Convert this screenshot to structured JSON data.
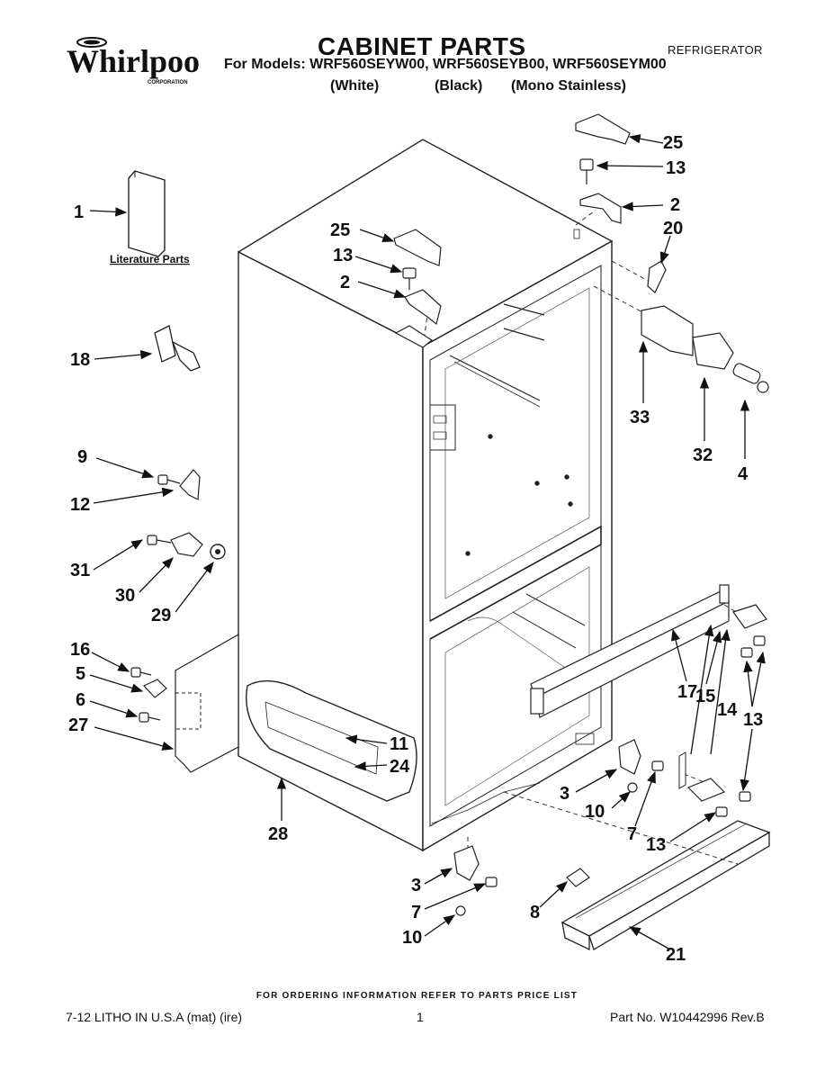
{
  "header": {
    "brand": "Whirlpool",
    "brand_sub": "CORPORATION",
    "title": "CABINET PARTS",
    "models_line": "For Models: WRF560SEYW00, WRF560SEYB00, WRF560SEYM00",
    "variants": [
      "(White)",
      "(Black)",
      "(Mono Stainless)"
    ],
    "category": "REFRIGERATOR"
  },
  "diagram": {
    "literature_label": "Literature Parts",
    "callouts": {
      "c1": "1",
      "c25a": "25",
      "c13a": "13",
      "c2a": "2",
      "c20": "20",
      "c25b": "25",
      "c13b": "13",
      "c2b": "2",
      "c18": "18",
      "c33": "33",
      "c32": "32",
      "c4": "4",
      "c9": "9",
      "c12": "12",
      "c31": "31",
      "c30": "30",
      "c29": "29",
      "c16": "16",
      "c5": "5",
      "c6": "6",
      "c27": "27",
      "c11": "11",
      "c24": "24",
      "c28": "28",
      "c17": "17",
      "c15": "15",
      "c14": "14",
      "c13c": "13",
      "c3a": "3",
      "c10a": "10",
      "c7a": "7",
      "c13d": "13",
      "c3b": "3",
      "c7b": "7",
      "c10b": "10",
      "c8": "8",
      "c21": "21"
    }
  },
  "footer": {
    "order_note": "FOR ORDERING INFORMATION REFER TO PARTS PRICE LIST",
    "litho": "7-12   LITHO IN U.S.A (mat) (ire)",
    "page": "1",
    "part_no": "Part No. W10442996 Rev.B"
  }
}
